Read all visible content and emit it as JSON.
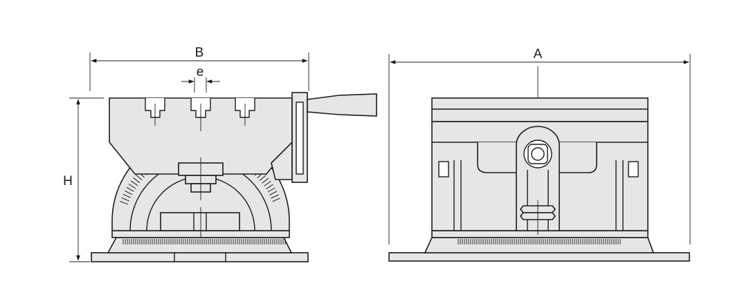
{
  "labels": {
    "A": "A",
    "B": "B",
    "e": "e",
    "H": "H"
  },
  "colors": {
    "stroke": "#1a1a1a",
    "fill": "#e6e6e8",
    "background": "#ffffff"
  }
}
